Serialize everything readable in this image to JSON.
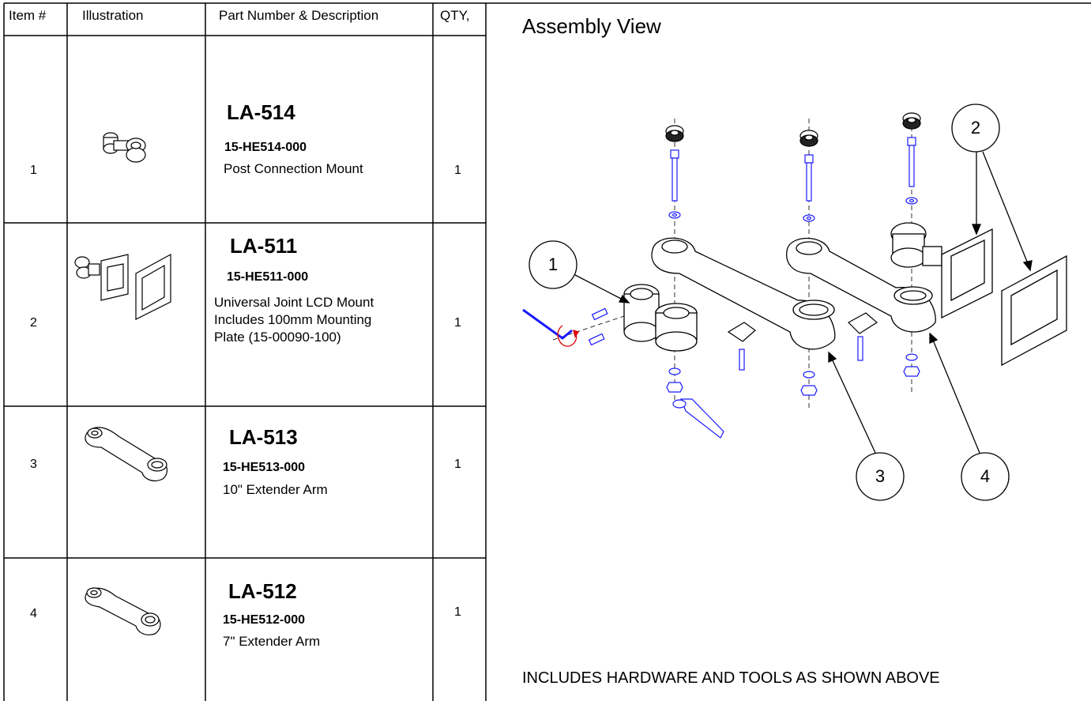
{
  "table": {
    "headers": [
      "Item #",
      "Illustration",
      "Part Number & Description",
      "QTY,"
    ],
    "rows": [
      {
        "item": "1",
        "part": "LA-514",
        "code": "15-HE514-000",
        "desc": [
          "Post Connection Mount"
        ],
        "qty": "1"
      },
      {
        "item": "2",
        "part": "LA-511",
        "code": "15-HE511-000",
        "desc": [
          "Universal Joint LCD Mount",
          "Includes 100mm Mounting",
          "Plate (15-00090-100)"
        ],
        "qty": "1"
      },
      {
        "item": "3",
        "part": "LA-513",
        "code": "15-HE513-000",
        "desc": [
          "10\" Extender Arm"
        ],
        "qty": "1"
      },
      {
        "item": "4",
        "part": "LA-512",
        "code": "15-HE512-000",
        "desc": [
          "7\" Extender Arm"
        ],
        "qty": "1"
      }
    ]
  },
  "assembly": {
    "title": "Assembly View",
    "balloons": [
      "1",
      "2",
      "3",
      "4"
    ],
    "footer": "INCLUDES HARDWARE AND TOOLS AS SHOWN ABOVE"
  },
  "colors": {
    "hardware": "#1a1aff",
    "rotation_arrow": "#e00000",
    "lines": "#000000"
  }
}
